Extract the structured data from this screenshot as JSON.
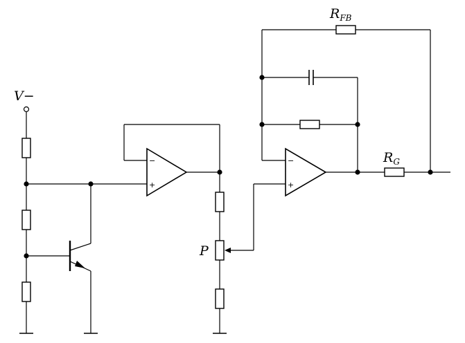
{
  "labels": {
    "supply": {
      "main": "V",
      "suffix": "−"
    },
    "pot": "P",
    "rfb": {
      "main": "R",
      "sub": "FB"
    },
    "rg": {
      "main": "R",
      "sub": "G"
    }
  },
  "opamp_signs": {
    "minus": "−",
    "plus": "+"
  }
}
